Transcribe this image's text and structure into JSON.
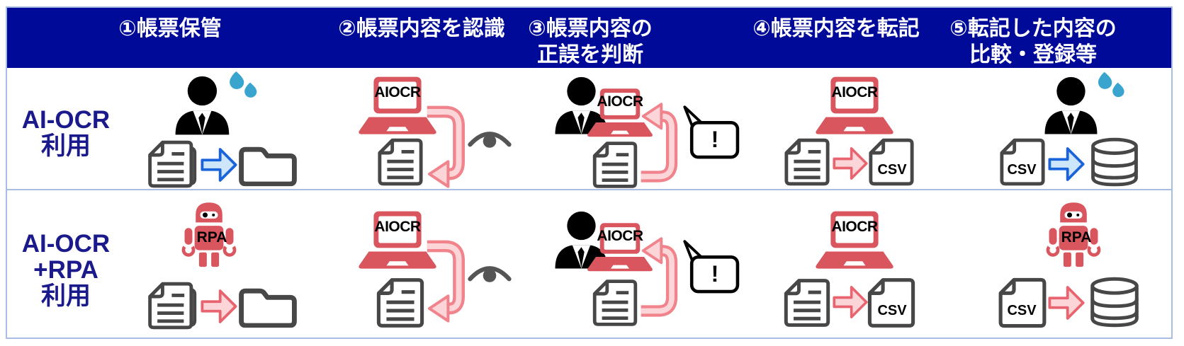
{
  "table": {
    "header": {
      "steps": [
        {
          "lines": [
            "①帳票保管"
          ]
        },
        {
          "lines": [
            "②帳票内容を認識"
          ]
        },
        {
          "lines": [
            "③帳票内容の",
            "正誤を判断"
          ]
        },
        {
          "lines": [
            "④帳票内容を転記"
          ]
        },
        {
          "lines": [
            "⑤転記した内容の",
            "比較・登録等"
          ]
        }
      ]
    },
    "rows": [
      {
        "label_lines": [
          "AI-OCR",
          "利用"
        ]
      },
      {
        "label_lines": [
          "AI-OCR",
          "+RPA",
          "利用"
        ]
      }
    ]
  },
  "labels": {
    "aiocr": "AIOCR",
    "rpa": "RPA",
    "csv": "CSV",
    "exclamation": "!"
  },
  "colors": {
    "header_bg": "#000A99",
    "row_label_text": "#1A1A8C",
    "accent_red": "#D9565E",
    "pink_arrow_fill": "#FBD5D8",
    "pink_arrow_border": "#E86570",
    "blue_arrow_fill": "#CDE6F9",
    "blue_arrow_border": "#1B63DB",
    "icon_gray": "#474747",
    "sweat_drop_blue": "#39A5CE",
    "table_border": "#A8BCE4"
  },
  "icons": [
    "person-icon",
    "sweat-drops-icon",
    "documents-stack-icon",
    "document-icon",
    "folder-icon",
    "block-arrow-icon",
    "laptop-aiocr-icon",
    "curved-arrow-icon",
    "eye-icon",
    "alert-speech-bubble-icon",
    "rpa-robot-icon",
    "csv-file-icon",
    "database-icon"
  ]
}
